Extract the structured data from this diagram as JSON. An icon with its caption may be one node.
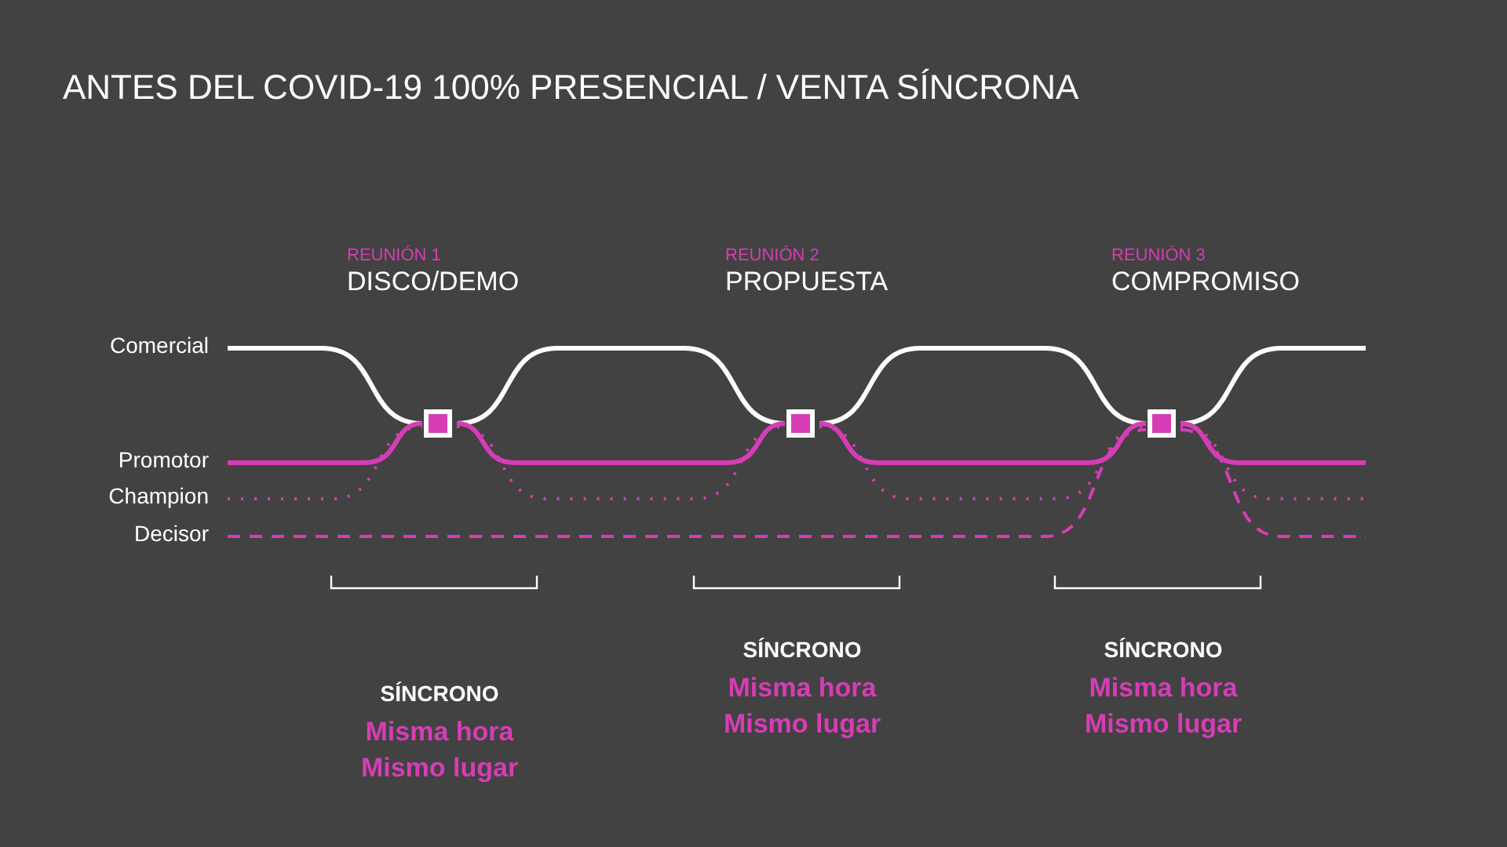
{
  "diagram": {
    "title": "ANTES DEL COVID-19 100% PRESENCIAL / VENTA SÍNCRONA",
    "nodes": [
      {
        "text": [],
        "shape": "box"
      },
      {
        "text": [],
        "shape": "box"
      },
      {
        "text": [],
        "shape": "box"
      },
      {
        "text": [
          "Comercial"
        ]
      },
      {
        "text": [
          "Promotor"
        ]
      },
      {
        "text": [
          "Champion"
        ]
      },
      {
        "text": [
          "Decisor"
        ]
      }
    ],
    "edges": [
      {
        "from": 3,
        "to": 0,
        "arrow": "none",
        "color": "#ffffff"
      },
      {
        "from": 0,
        "to": 1,
        "arrow": "none",
        "color": "#ffffff"
      },
      {
        "from": 1,
        "to": 2,
        "arrow": "none",
        "color": "#ffffff"
      },
      {
        "from": 2,
        "to": null,
        "arrow": "none",
        "color": "#ffffff"
      },
      {
        "from": 4,
        "to": 0,
        "arrow": "none"
      },
      {
        "from": 0,
        "to": 1,
        "arrow": "none"
      },
      {
        "from": 1,
        "to": 2,
        "arrow": "none"
      },
      {
        "from": 2,
        "to": null,
        "arrow": "none"
      },
      {
        "from": 5,
        "to": 0,
        "arrow": "none",
        "style": "dashed"
      },
      {
        "from": 0,
        "to": 1,
        "arrow": "none",
        "style": "dashed"
      },
      {
        "from": 1,
        "to": 2,
        "arrow": "none",
        "style": "dashed"
      },
      {
        "from": 2,
        "to": null,
        "arrow": "none",
        "style": "dashed"
      },
      {
        "from": 6,
        "to": 2,
        "arrow": "none",
        "style": "dashed"
      },
      {
        "from": 2,
        "to": null,
        "arrow": "none",
        "style": "dashed"
      }
    ],
    "labels": [
      "REUNIÓN 1",
      "DISCO/DEMO",
      "REUNIÓN 2",
      "PROPUESTA",
      "REUNIÓN 3",
      "COMPROMISO",
      "SÍNCRONO",
      "Misma hora",
      "Mismo lugar",
      "SÍNCRONO",
      "Misma hora",
      "Mismo lugar",
      "SÍNCRONO",
      "Misma hora",
      "Mismo lugar"
    ]
  }
}
